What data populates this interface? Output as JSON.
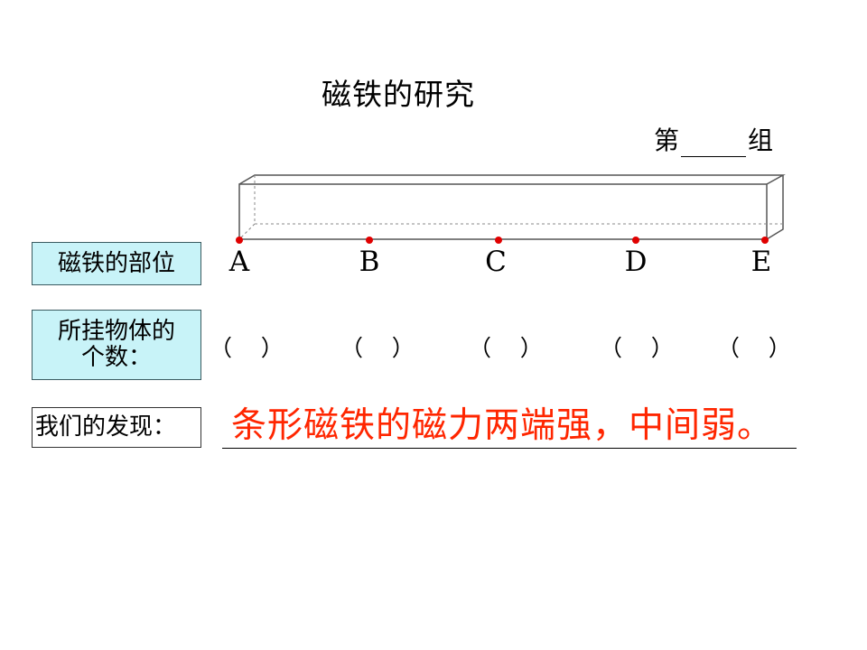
{
  "title": "磁铁的研究",
  "group": {
    "prefix": "第",
    "suffix": "组"
  },
  "rows": {
    "position_label": "磁铁的部位",
    "count_label_line1": "所挂物体的",
    "count_label_line2": "个数：",
    "finding_label": "我们的发现："
  },
  "points": [
    "A",
    "B",
    "C",
    "D",
    "E"
  ],
  "count_blanks": [
    "（    ）",
    "（    ）",
    "（    ）",
    "（    ）",
    "（    ）"
  ],
  "finding_text": "条形磁铁的磁力两端强，中间弱。",
  "colors": {
    "box_fill": "#c8f3f8",
    "finding_color": "#ff2600",
    "point_color": "#e00000"
  }
}
